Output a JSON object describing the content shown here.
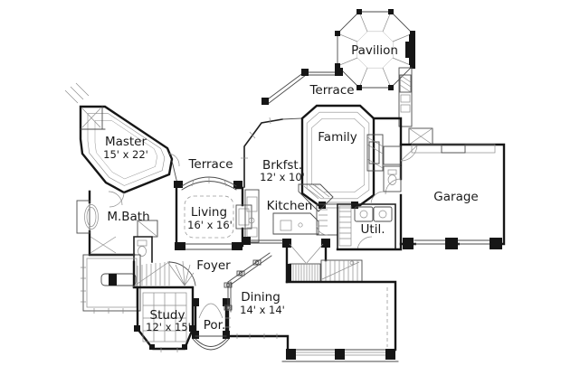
{
  "drawing": {
    "type": "house-floor-plan",
    "colors": {
      "background": "#ffffff",
      "wall": "#161616",
      "thin_line": "#4a4a4a",
      "detail_line": "#8c8c8c",
      "dashed_line": "#9a9a9a",
      "text": "#1a1a1a"
    }
  },
  "rooms": {
    "pavilion": {
      "label": "Pavilion"
    },
    "terrace_upper": {
      "label": "Terrace"
    },
    "terrace_left": {
      "label": "Terrace"
    },
    "master": {
      "label": "Master",
      "dim": "15' x 22'"
    },
    "mbath": {
      "label": "M.Bath"
    },
    "living": {
      "label": "Living",
      "dim": "16' x 16'"
    },
    "brkfst": {
      "label": "Brkfst.",
      "dim": "12' x 10'"
    },
    "family": {
      "label": "Family"
    },
    "kitchen": {
      "label": "Kitchen"
    },
    "garage": {
      "label": "Garage"
    },
    "util": {
      "label": "Util."
    },
    "foyer": {
      "label": "Foyer"
    },
    "dining": {
      "label": "Dining",
      "dim": "14' x 14'"
    },
    "study": {
      "label": "Study",
      "dim": "12' x 15'"
    },
    "porch": {
      "label": "Por."
    }
  }
}
